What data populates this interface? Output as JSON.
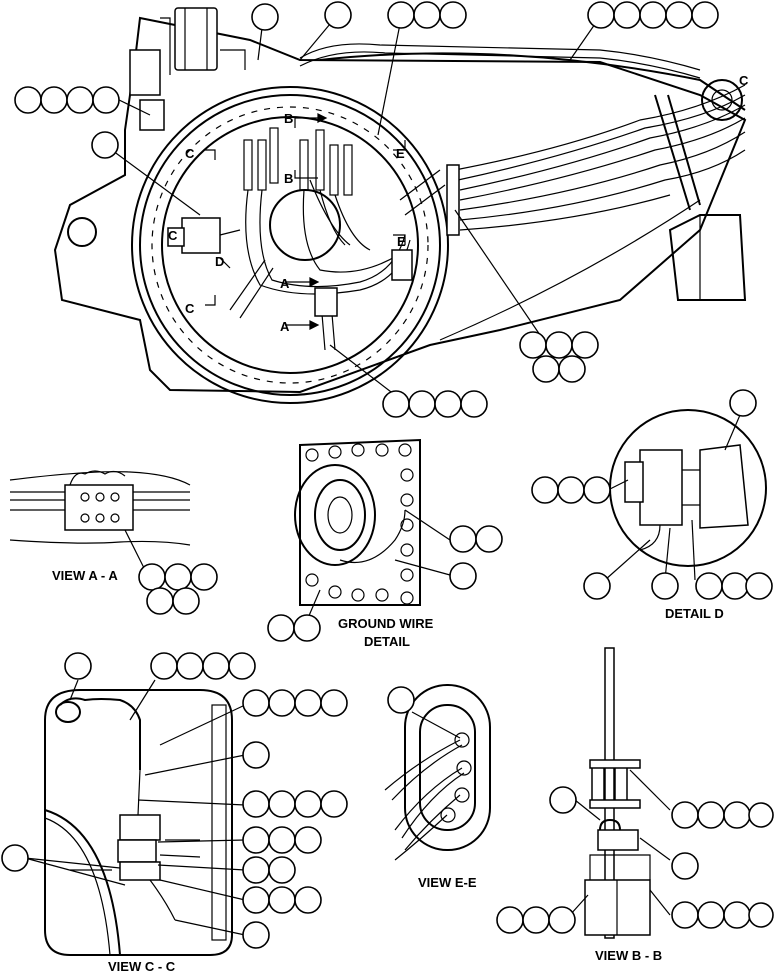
{
  "views": {
    "view_aa": "VIEW A - A",
    "ground_line1": "GROUND WIRE",
    "ground_line2": "DETAIL",
    "detail_d": "DETAIL D",
    "view_cc": "VIEW C - C",
    "view_ee": "VIEW E-E",
    "view_bb": "VIEW B - B"
  },
  "section_marks": {
    "b_top": "B",
    "b_mid": "B",
    "e_top": "E",
    "e_mid": "E",
    "c_top": "C",
    "c_left": "C",
    "c_bottom": "C",
    "c_right": "C",
    "d": "D",
    "a_top": "A",
    "a_bottom": "A"
  }
}
